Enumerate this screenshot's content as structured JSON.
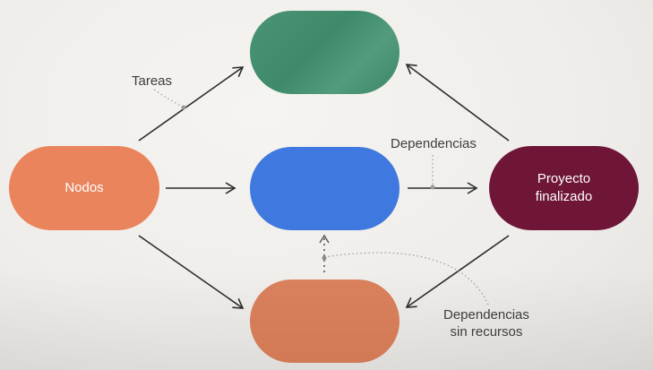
{
  "colors": {
    "nodos": "#ea845c",
    "top": "#4a9474",
    "center": "#3f78de",
    "bottom": "#d9805c",
    "proyecto": "#6e1538",
    "arrow": "#2b2b2b",
    "annotation": "#9a9a9a"
  },
  "nodes": {
    "nodos": {
      "label": "Nodos"
    },
    "top": {
      "label": ""
    },
    "center": {
      "label": ""
    },
    "bottom": {
      "label": ""
    },
    "proyecto": {
      "label": "Proyecto\nfinalizado"
    }
  },
  "labels": {
    "tareas": "Tareas",
    "dependencias": "Dependencias",
    "dependencias_sin_recursos": "Dependencias\nsin recursos"
  }
}
